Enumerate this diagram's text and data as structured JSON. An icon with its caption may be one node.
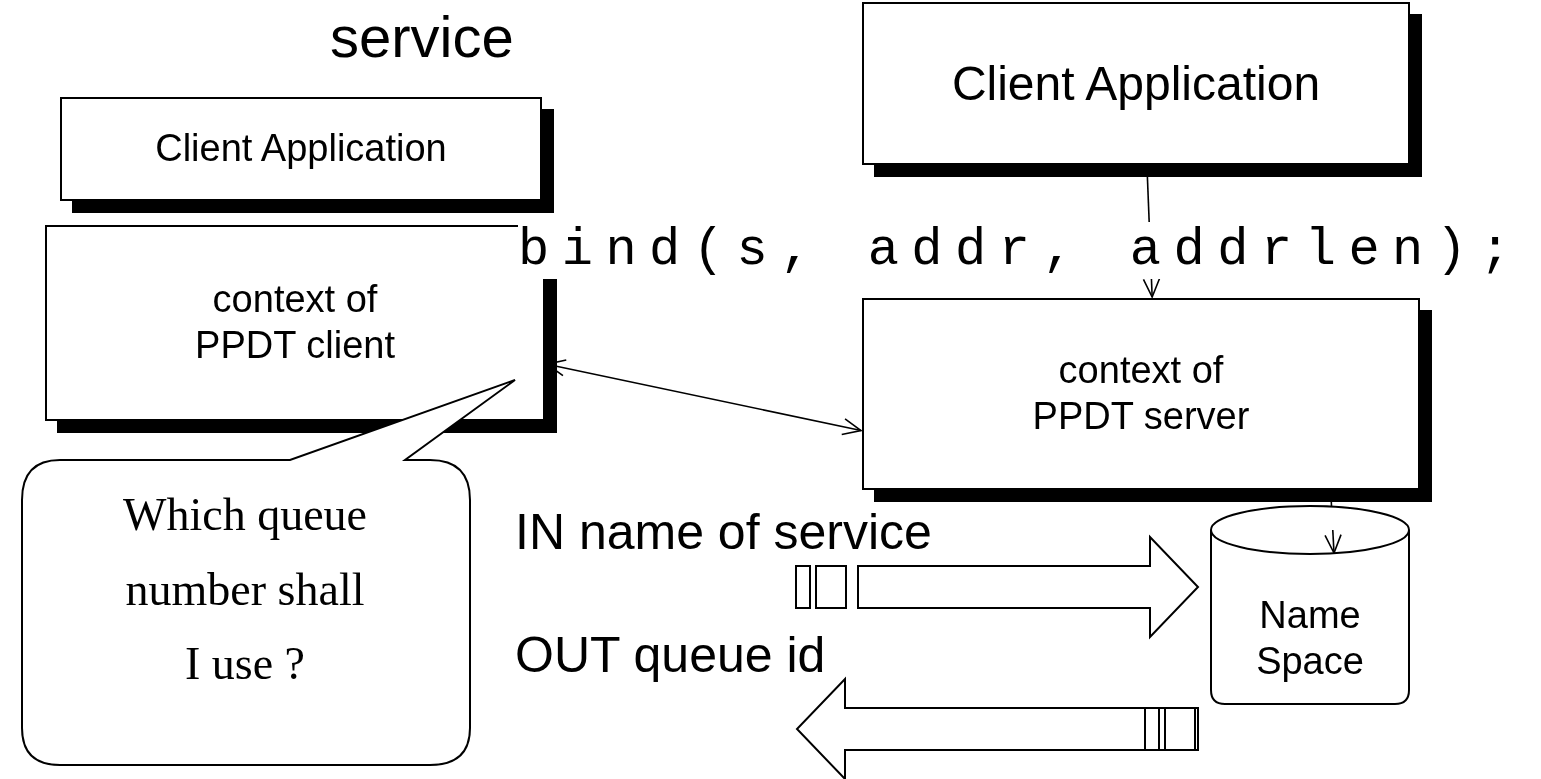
{
  "diagram": {
    "title": "service",
    "nodes": [
      {
        "text": [
          "Client Application"
        ]
      },
      {
        "text": [
          "context of PPDT client"
        ]
      },
      {
        "text": [
          "Which queue number shall I use ?"
        ]
      },
      {
        "text": [
          "Client Application"
        ]
      },
      {
        "text": [
          "context of PPDT server"
        ]
      },
      {
        "text": [
          "Name Space"
        ]
      }
    ],
    "edges": [
      {
        "from": 3,
        "to": 4,
        "arrow": "to",
        "label": "bind(s, addr, addrlen);"
      },
      {
        "from": 1,
        "to": 4,
        "arrow": "both"
      },
      {
        "from": 4,
        "to": 5,
        "arrow": "to"
      },
      {
        "from": null,
        "to": 5,
        "arrow": "to",
        "label": "IN name of service",
        "style": "thick"
      },
      {
        "from": 5,
        "to": null,
        "arrow": "to",
        "label": "OUT queue id",
        "style": "thick"
      }
    ]
  }
}
